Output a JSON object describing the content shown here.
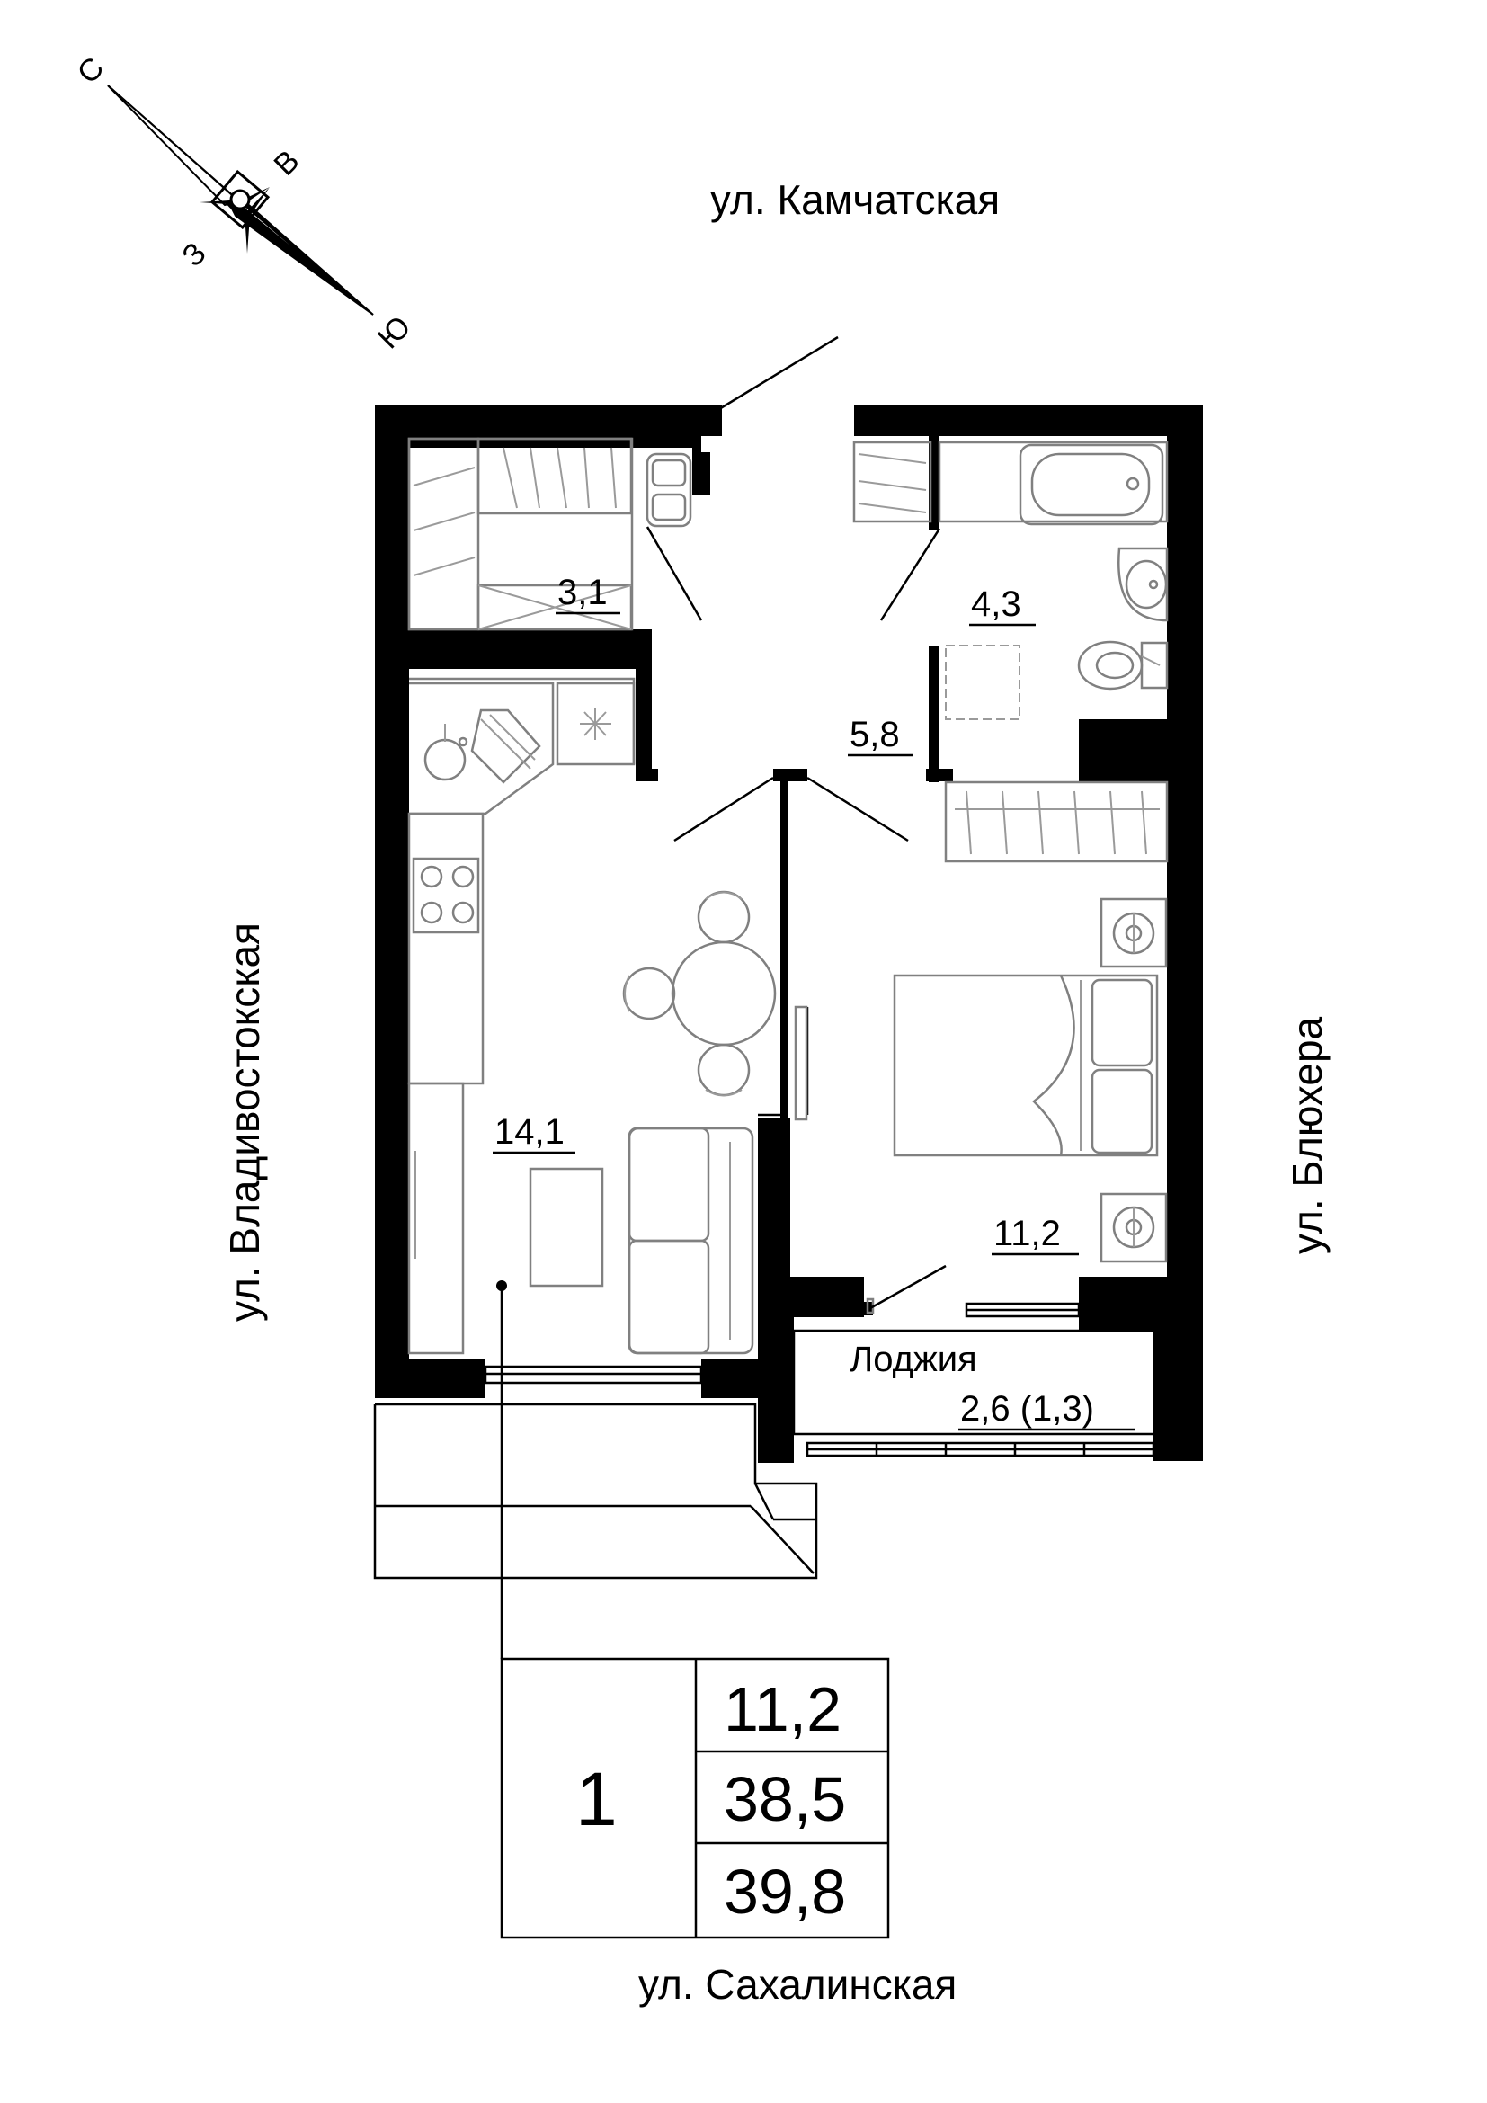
{
  "compass": {
    "north": "С",
    "east": "В",
    "south": "Ю",
    "west": "З"
  },
  "streets": {
    "top": "ул. Камчатская",
    "left": "ул. Владивостокская",
    "right": "ул. Блюхера",
    "bottom": "ул. Сахалинская"
  },
  "rooms": {
    "storage_area": "3,1",
    "bathroom_area": "4,3",
    "hall_area": "5,8",
    "kitchen_living_area": "14,1",
    "bedroom_area": "11,2",
    "loggia_label": "Лоджия",
    "loggia_area": "2,6 (1,3)"
  },
  "summary": {
    "room_count": "1",
    "living_area": "11,2",
    "total_area": "38,5",
    "total_with_loggia": "39,8"
  }
}
